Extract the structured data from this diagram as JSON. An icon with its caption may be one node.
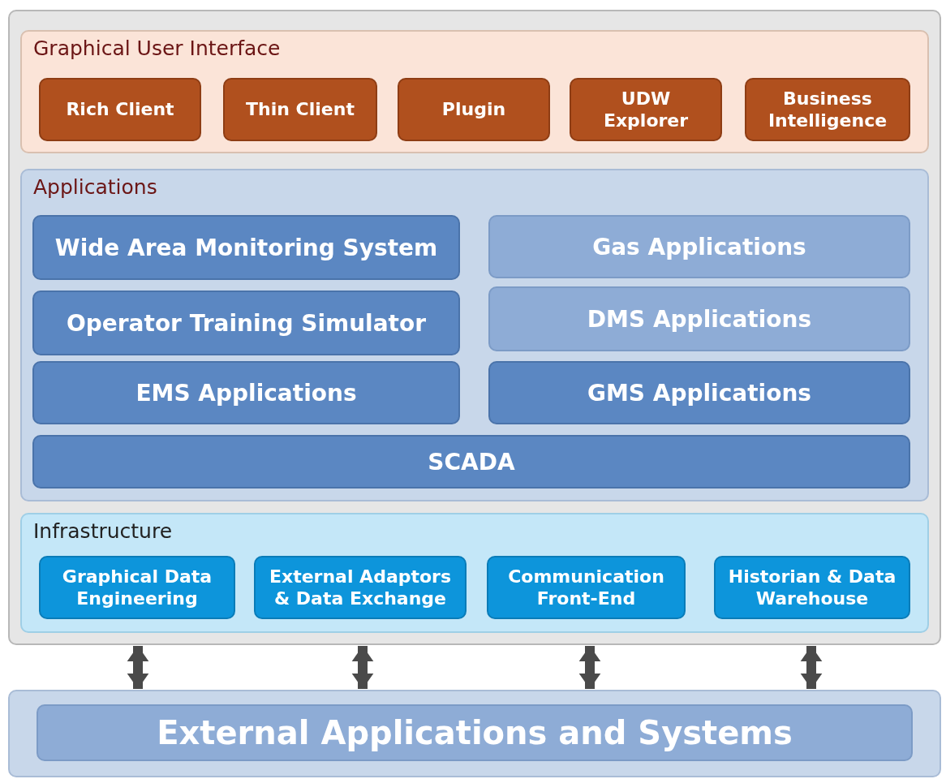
{
  "diagram": {
    "nodes": [
      {
        "text": [],
        "shape": "box"
      },
      {
        "text": [
          "Graphical User Interface"
        ],
        "in": 0
      },
      {
        "text": [
          "Rich Client"
        ],
        "in": 1
      },
      {
        "text": [
          "Thin Client"
        ],
        "in": 1
      },
      {
        "text": [
          "Plugin"
        ],
        "in": 1
      },
      {
        "text": [
          "UDW Explorer"
        ],
        "in": 1
      },
      {
        "text": [
          "Business Intelligence"
        ],
        "in": 1
      },
      {
        "text": [
          "Applications"
        ],
        "in": 0
      },
      {
        "text": [
          "Wide Area Monitoring System"
        ],
        "in": 7
      },
      {
        "text": [
          "Gas Applications"
        ],
        "in": 7
      },
      {
        "text": [
          "Operator Training Simulator"
        ],
        "in": 7
      },
      {
        "text": [
          "DMS Applications"
        ],
        "in": 7
      },
      {
        "text": [
          "EMS Applications"
        ],
        "in": 7
      },
      {
        "text": [
          "GMS Applications"
        ],
        "in": 7
      },
      {
        "text": [
          "SCADA"
        ],
        "in": 7
      },
      {
        "text": [
          "Infrastructure"
        ],
        "in": 0
      },
      {
        "text": [
          "Graphical Data Engineering"
        ],
        "in": 15
      },
      {
        "text": [
          "External Adaptors & Data Exchange"
        ],
        "in": 15
      },
      {
        "text": [
          "Communication Front-End"
        ],
        "in": 15
      },
      {
        "text": [
          "Historian & Data Warehouse"
        ],
        "in": 15
      },
      {
        "text": [],
        "shape": "box"
      },
      {
        "text": [
          "External Applications and Systems"
        ],
        "in": 20
      }
    ],
    "edges": [
      {
        "from": 0,
        "to": 20,
        "arrow": "both"
      },
      {
        "from": 0,
        "to": 20,
        "arrow": "both"
      },
      {
        "from": 0,
        "to": 20,
        "arrow": "both"
      },
      {
        "from": 0,
        "to": 20,
        "arrow": "both"
      }
    ]
  }
}
